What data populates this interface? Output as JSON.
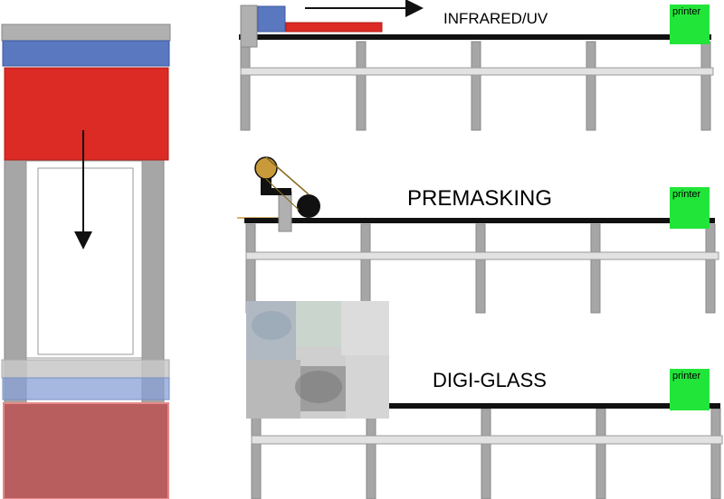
{
  "labels": {
    "infrared_uv": "INFRARED/UV",
    "premasking": "PREMASKING",
    "digi_glass": "DIGI-GLASS",
    "printer": "printer"
  },
  "colors": {
    "frame_gray": "#a6a6a6",
    "frame_dark_gray": "#8c8c8c",
    "beam_black": "#111111",
    "printer_green": "#22e53a",
    "heater_red": "#dc2a24",
    "lamp_blue": "#5a78c0",
    "roller_gold": "#c89a3a"
  },
  "icons": {
    "blurred_photo": "blurred-photo-thumbnail"
  }
}
